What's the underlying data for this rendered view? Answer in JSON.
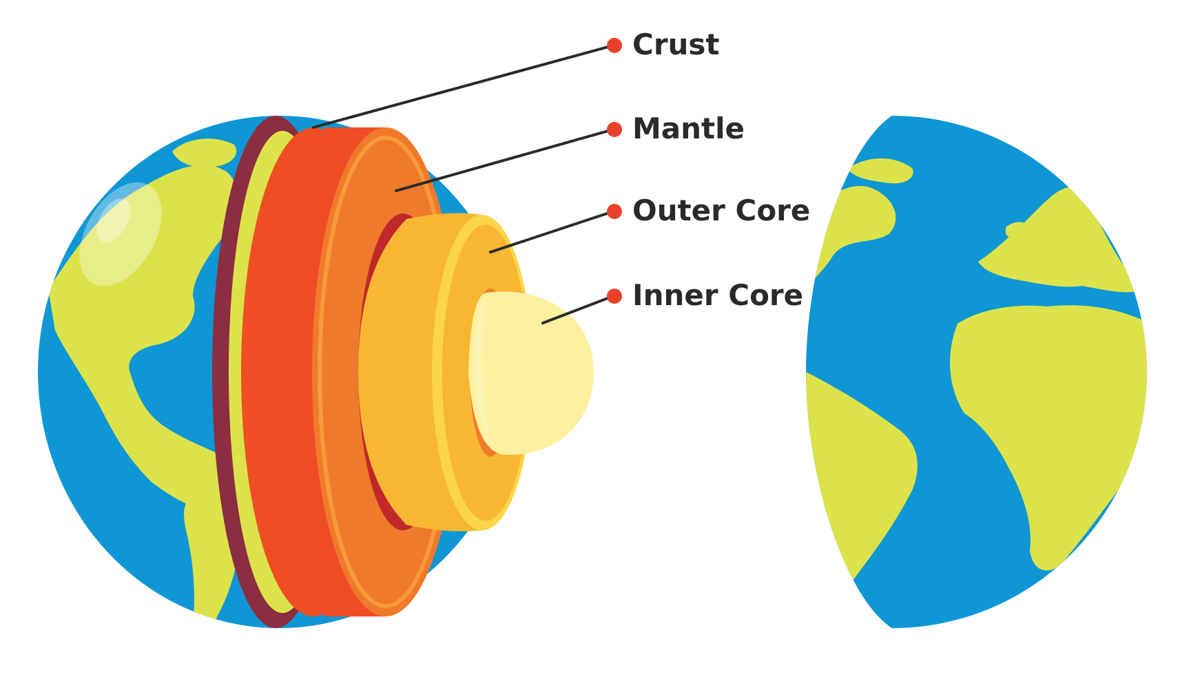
{
  "labels": {
    "crust": "Crust",
    "mantle": "Mantle",
    "outer_core": "Outer Core",
    "inner_core": "Inner Core"
  },
  "colors": {
    "ocean": "#0f96d4",
    "land": "#dce34a",
    "crust": "#8c2d41",
    "mantle_face": "#ef4e25",
    "mantle_inner": "#f07a2b",
    "outer_core": "#f7b733",
    "outer_core_light": "#fcd548",
    "inner_core": "#fdf0a0",
    "dot": "#e8432a",
    "text": "#2a2a2a"
  }
}
